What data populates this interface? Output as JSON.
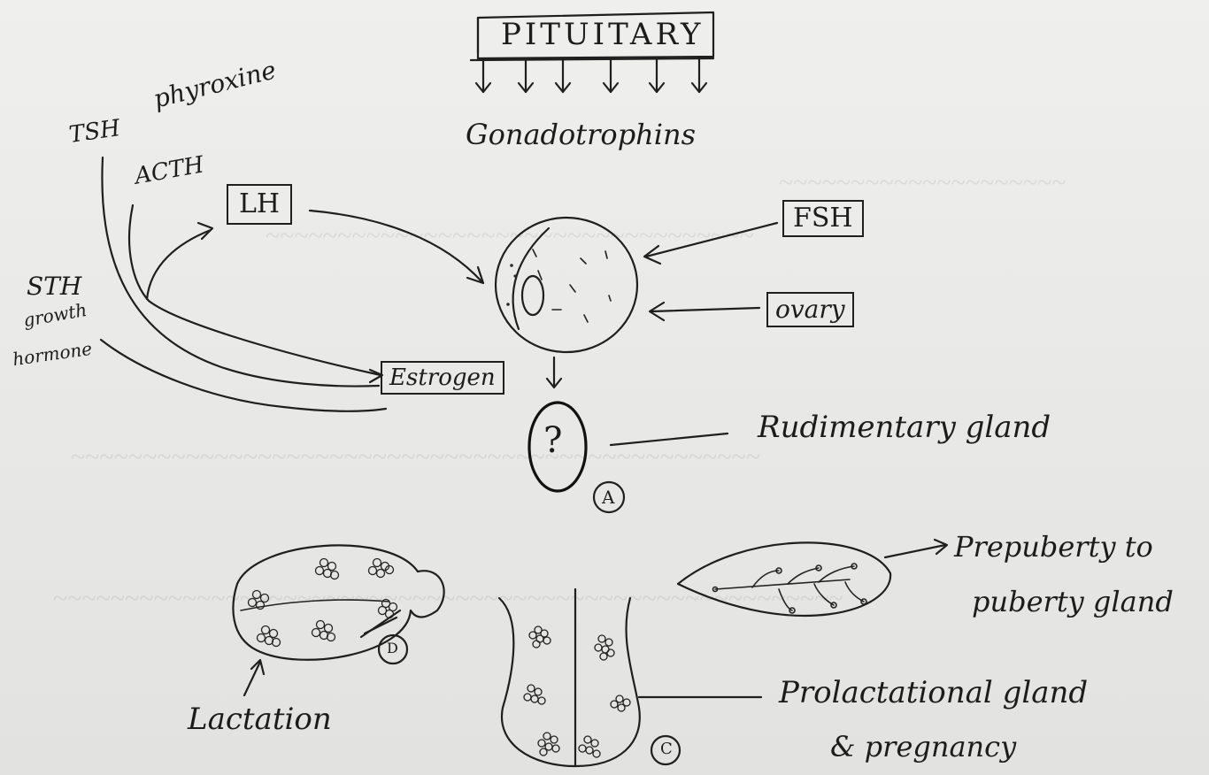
{
  "diagram": {
    "title": "PITUITARY",
    "nodes": {
      "gonadotrophins": "Gonadotrophins",
      "tsh": "TSH",
      "thyroxine": "phyroxine",
      "acth": "ACTH",
      "sth": "STH",
      "growth": "growth",
      "hormone": "hormone",
      "lh": "LH",
      "fsh": "FSH",
      "ovary": "ovary",
      "estrogen": "Estrogen",
      "rudimentary": "Rudimentary   gland",
      "prepuberty": "Prepuberty  to",
      "puberty": "puberty gland",
      "prolactational": "Prolactational  gland",
      "pregnancy": "& pregnancy",
      "lactation": "Lactation"
    },
    "stage_markers": {
      "a": "A",
      "b": "?",
      "c": "C",
      "d": "D"
    }
  }
}
